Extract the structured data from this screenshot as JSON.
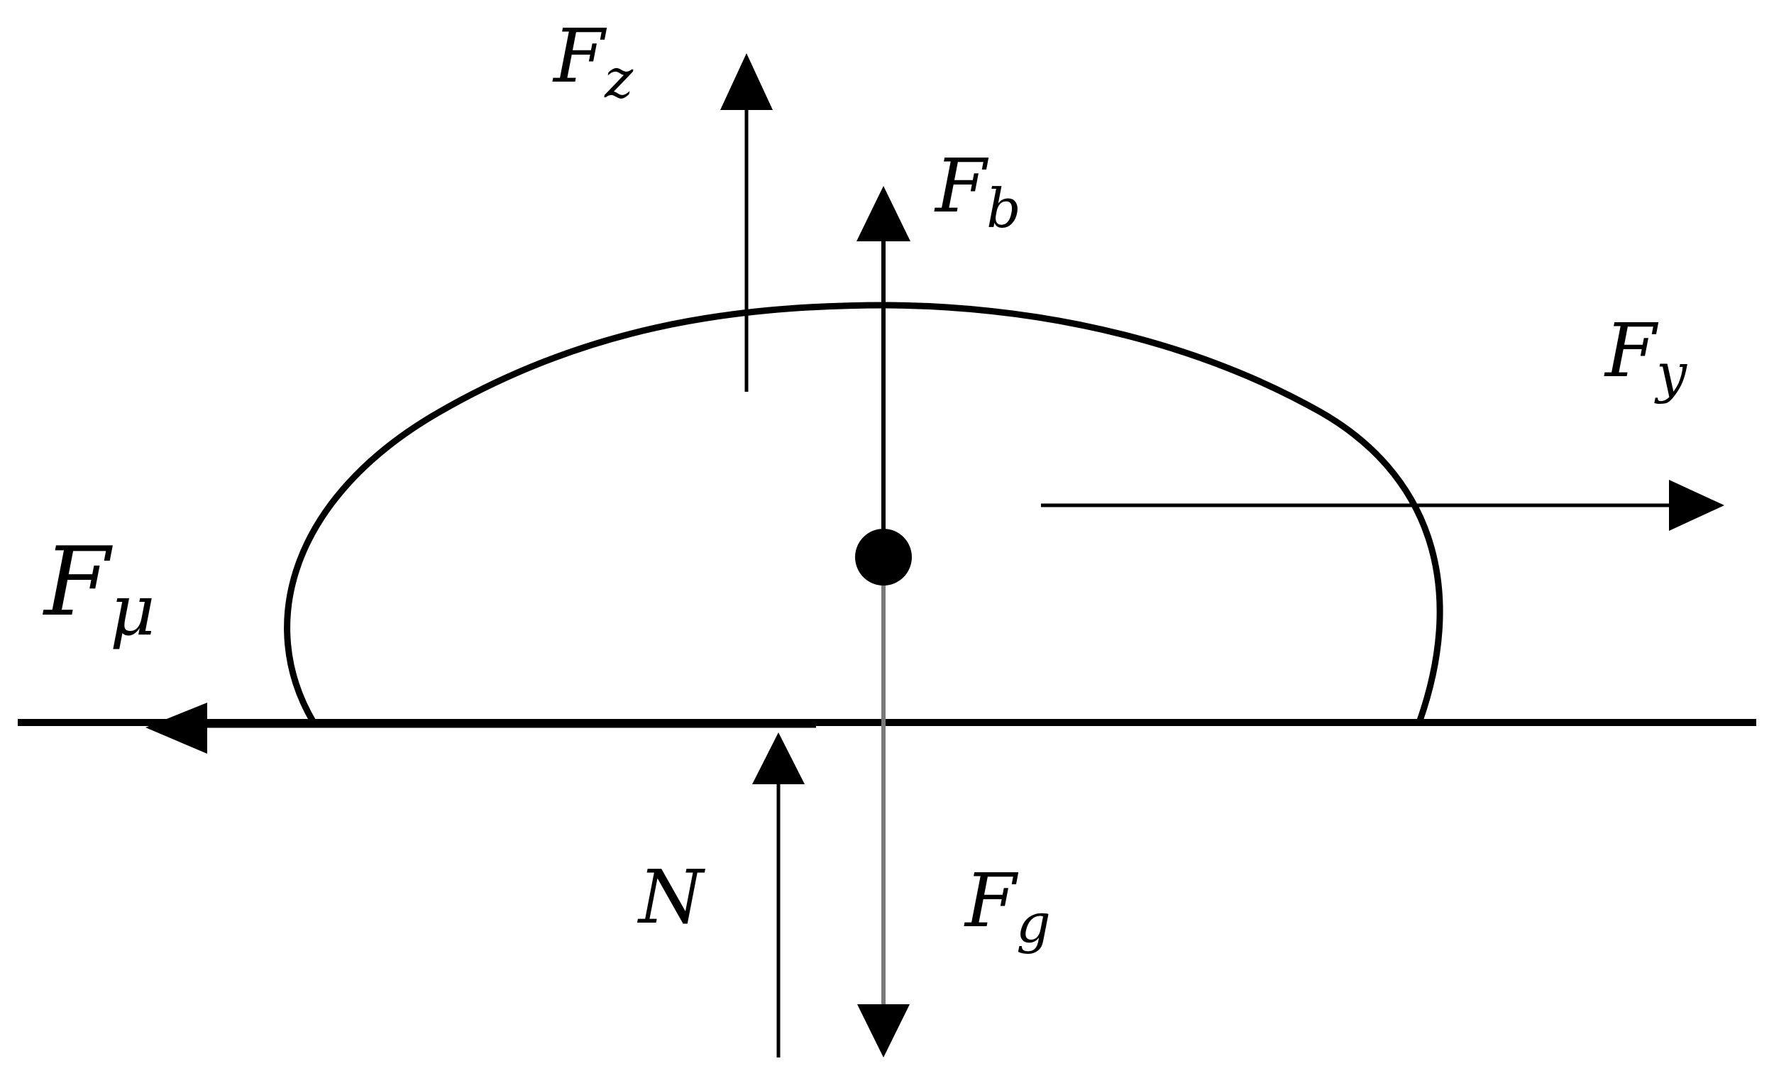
{
  "diagram": {
    "labels": {
      "fz": {
        "main": "F",
        "sub": "z"
      },
      "fb": {
        "main": "F",
        "sub": "b"
      },
      "fy": {
        "main": "F",
        "sub": "y"
      },
      "fmu": {
        "main": "F",
        "sub": "μ"
      },
      "n": {
        "main": "N"
      },
      "fg": {
        "main": "F",
        "sub": "g"
      }
    },
    "colors": {
      "ink": "#000000",
      "gravity_line": "#7a7a7a",
      "background": "#ffffff"
    }
  }
}
